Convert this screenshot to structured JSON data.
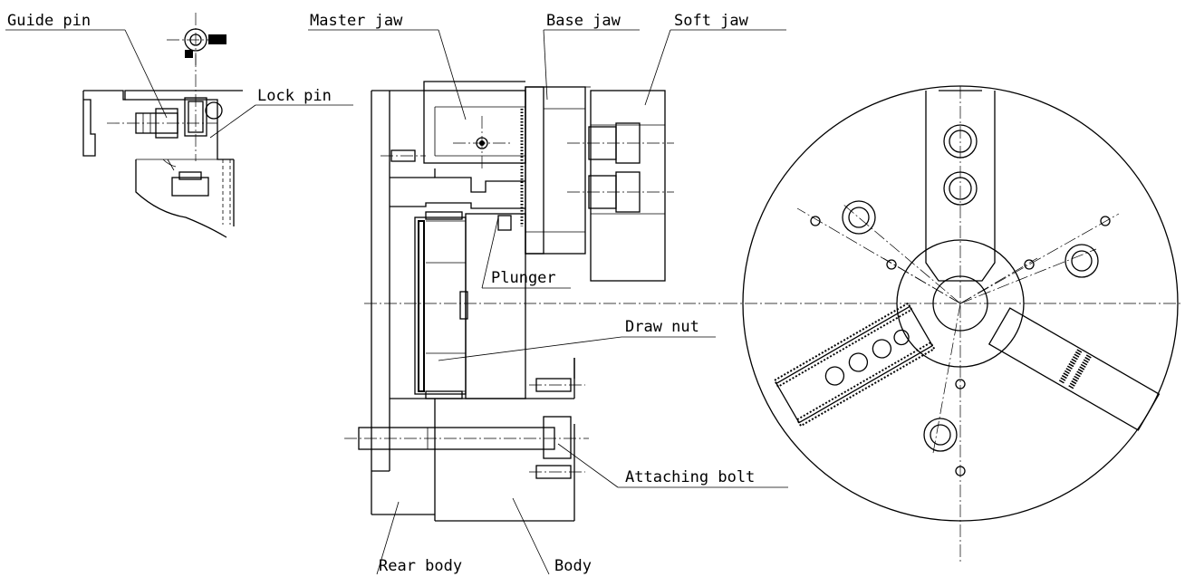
{
  "labels": {
    "guide_pin": "Guide pin",
    "lock_pin": "Lock pin",
    "master_jaw": "Master jaw",
    "base_jaw": "Base jaw",
    "soft_jaw": "Soft jaw",
    "plunger": "Plunger",
    "draw_nut": "Draw nut",
    "attaching_bolt": "Attaching bolt",
    "rear_body": "Rear body",
    "body": "Body"
  }
}
